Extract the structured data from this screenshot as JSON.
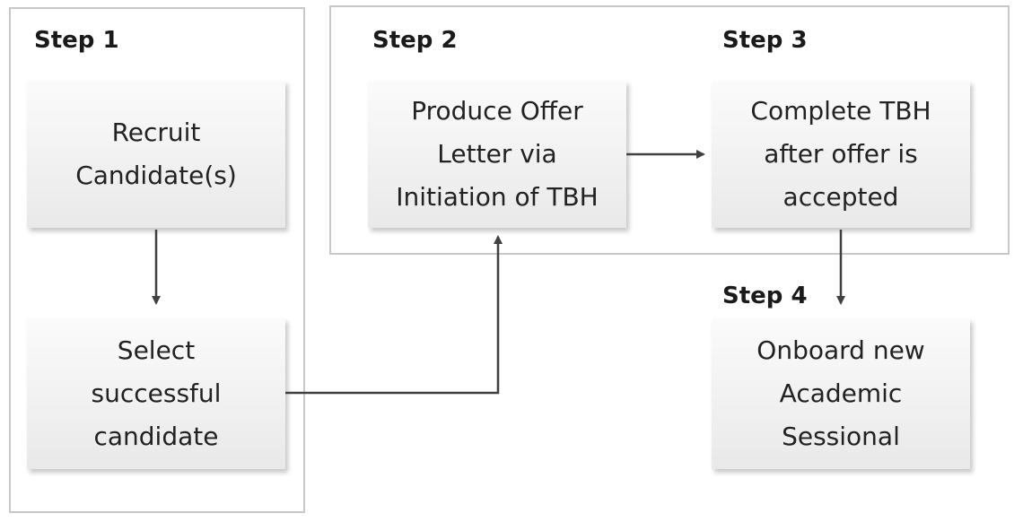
{
  "steps": {
    "step1": "Step 1",
    "step2": "Step 2",
    "step3": "Step 3",
    "step4": "Step 4"
  },
  "boxes": {
    "recruit": "Recruit\nCandidate(s)",
    "select": "Select\nsuccessful\ncandidate",
    "offer": "Produce Offer\nLetter via\nInitiation of TBH",
    "complete": "Complete TBH\nafter offer is\naccepted",
    "onboard": "Onboard new\nAcademic\nSessional"
  },
  "colors": {
    "frame_border": "#c8c8c8",
    "arrow": "#404040",
    "box_fill": "#f1f1f1"
  }
}
